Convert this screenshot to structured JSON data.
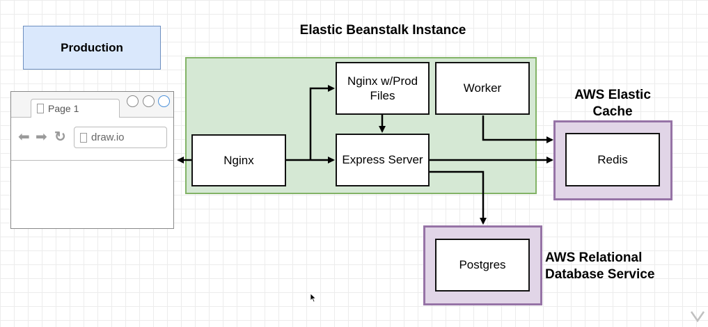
{
  "diagram": {
    "production_label": "Production",
    "eb_title": "Elastic Beanstalk Instance",
    "cache_title": "AWS Elastic Cache",
    "rds_title": "AWS Relational Database Service",
    "nodes": {
      "nginx": "Nginx",
      "nginx_prod": "Nginx w/Prod Files",
      "worker": "Worker",
      "express": "Express Server",
      "redis": "Redis",
      "postgres": "Postgres"
    }
  },
  "browser": {
    "tab_label": "Page 1",
    "address": "draw.io",
    "icons": [
      "back-arrow-icon",
      "forward-arrow-icon",
      "reload-icon",
      "page-icon"
    ]
  },
  "colors": {
    "production_fill": "#dae8fc",
    "eb_fill": "#d5e8d4",
    "aws_fill": "#e1d5e7",
    "highlight_circle": "#4a90d9"
  }
}
